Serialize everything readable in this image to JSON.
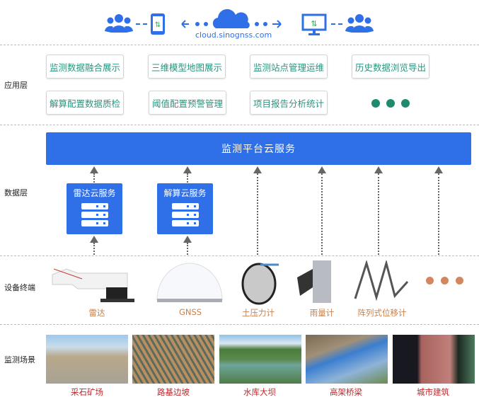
{
  "header": {
    "cloud_url": "cloud.sinognss.com"
  },
  "layers": {
    "application": "应用层",
    "data": "数据层",
    "device": "设备终端",
    "scene": "监测场景"
  },
  "apps": [
    "监测数据融合展示",
    "三维模型地图展示",
    "监测站点管理运维",
    "历史数据浏览导出",
    "解算配置数据质检",
    "阈值配置预警管理",
    "项目报告分析统计"
  ],
  "platform": "监测平台云服务",
  "services": [
    "雷达云服务",
    "解算云服务"
  ],
  "devices": [
    "雷达",
    "GNSS",
    "土压力计",
    "雨量计",
    "阵列式位移计"
  ],
  "scenes": [
    "采石矿场",
    "路基边坡",
    "水库大坝",
    "高架桥梁",
    "城市建筑"
  ],
  "colors": {
    "blue": "#2f6fe8",
    "green": "#2a9580",
    "orange": "#c8804a",
    "red": "#c0262b"
  }
}
